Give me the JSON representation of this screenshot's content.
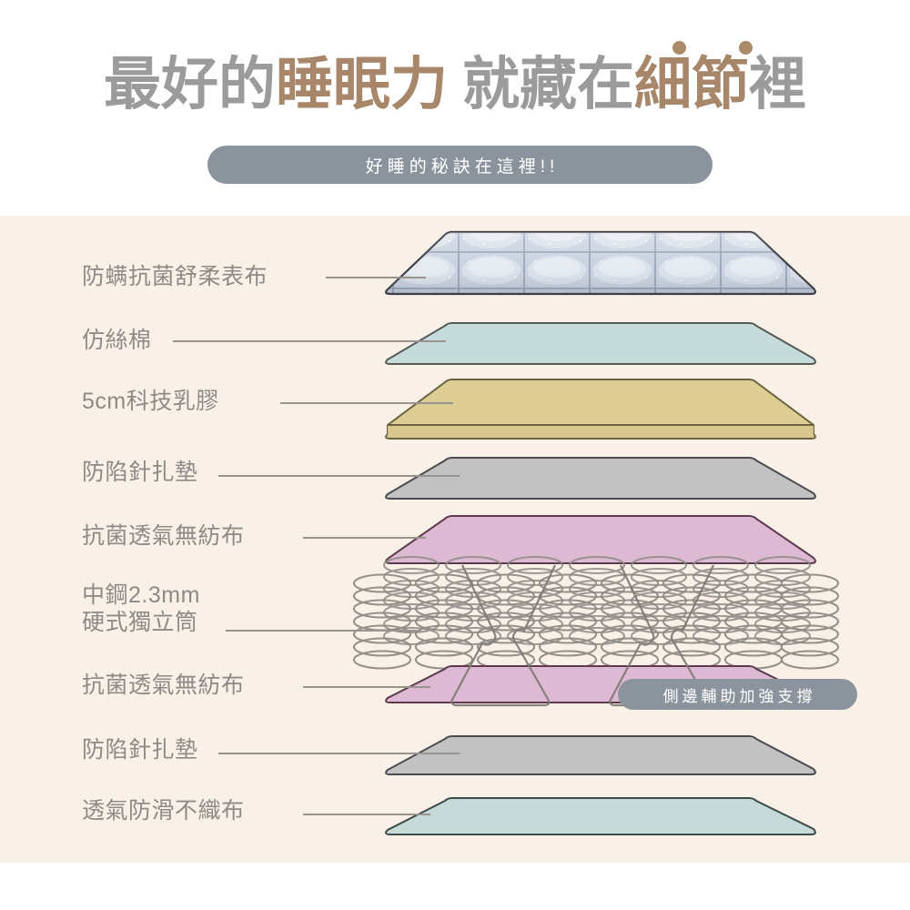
{
  "header": {
    "title_parts": [
      {
        "text": "最好的",
        "style": "gray"
      },
      {
        "text": "睡眠力",
        "style": "tan"
      },
      {
        "text": " ",
        "style": "space"
      },
      {
        "text": "就藏在",
        "style": "gray"
      },
      {
        "text": "細節",
        "style": "tan"
      },
      {
        "text": "裡",
        "style": "gray"
      }
    ],
    "title_plain": "最好的睡眠力 就藏在細節裡",
    "subtitle": "好睡的秘訣在這裡!!",
    "emphasis_dots": 2
  },
  "colors": {
    "page_background": "#ffffff",
    "panel_background": "#f9f0e7",
    "title_gray": "#9b9b9b",
    "title_tan": "#a8866a",
    "pill": "#8b949c",
    "pill_text": "#ffffff",
    "label_text": "#8e8a86",
    "leader_line": "#9a9490",
    "spring_wire": "#8f8b86"
  },
  "layers": [
    {
      "index": 1,
      "label": "防螨抗菌舒柔表布",
      "fill": "#c6cfdd",
      "stroke": "#3c3c42",
      "texture": "quilted-fabric",
      "thickness": "thin"
    },
    {
      "index": 2,
      "label": "仿絲棉",
      "fill": "#c6dcdb",
      "stroke": "#555a58",
      "texture": "flat",
      "thickness": "flat"
    },
    {
      "index": 3,
      "label": "5cm科技乳膠",
      "fill": "#ddcd93",
      "stroke": "#6b6340",
      "texture": "flat",
      "thickness": "thick"
    },
    {
      "index": 4,
      "label": "防陷針扎墊",
      "fill": "#c2c2c2",
      "stroke": "#4a4a50",
      "texture": "flat",
      "thickness": "flat"
    },
    {
      "index": 5,
      "label": "抗菌透氣無紡布",
      "fill": "#ddb9d3",
      "stroke": "#5c3b4e",
      "texture": "flat",
      "thickness": "flat"
    },
    {
      "index": 6,
      "label_line1": "中鋼2.3mm",
      "label_line2": "硬式獨立筒",
      "label": "中鋼2.3mm硬式獨立筒",
      "fill": "none",
      "stroke": "#8f8b86",
      "texture": "coil-springs",
      "thickness": "tall"
    },
    {
      "index": 7,
      "label": "抗菌透氣無紡布",
      "fill": "#ddb9d3",
      "stroke": "#5c3b4e",
      "texture": "flat",
      "thickness": "flat"
    },
    {
      "index": 8,
      "label": "防陷針扎墊",
      "fill": "#c2c2c2",
      "stroke": "#4a4a50",
      "texture": "flat",
      "thickness": "flat"
    },
    {
      "index": 9,
      "label": "透氣防滑不織布",
      "fill": "#c6dad9",
      "stroke": "#3f4a4a",
      "texture": "flat",
      "thickness": "flat"
    }
  ],
  "annotations": {
    "side_support_badge": "側邊輔助加強支撐"
  }
}
